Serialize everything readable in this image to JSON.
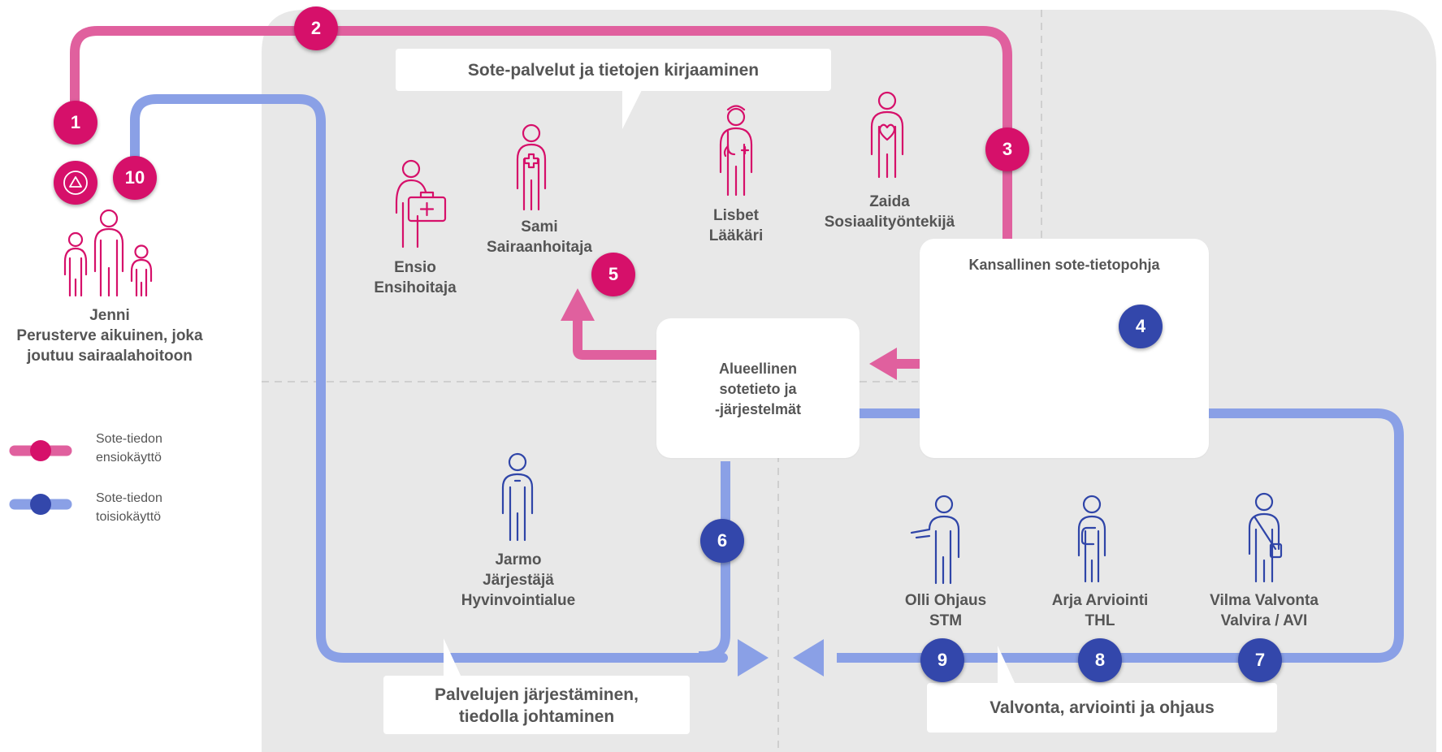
{
  "speech_bubbles": {
    "sote_services": "Sote-palvelut ja tietojen kirjaaminen",
    "organizing": [
      "Palvelujen järjestäminen,",
      "tiedolla johtaminen"
    ],
    "supervision": "Valvonta, arviointi ja ohjaus"
  },
  "patient": {
    "name": "Jenni",
    "description": [
      "Perusterve aikuinen, joka",
      "joutuu sairaalahoitoon"
    ],
    "icon": "family-icon"
  },
  "personas": {
    "ensio": {
      "name": "Ensio",
      "role": "Ensihoitaja",
      "icon": "paramedic-icon"
    },
    "sami": {
      "name": "Sami",
      "role": "Sairaanhoitaja",
      "icon": "nurse-icon"
    },
    "lisbet": {
      "name": "Lisbet",
      "role": "Lääkäri",
      "icon": "doctor-icon"
    },
    "zaida": {
      "name": "Zaida",
      "role": "Sosiaalityöntekijä",
      "icon": "social-worker-icon"
    },
    "jarmo": {
      "name": "Jarmo",
      "role": "Järjestäjä",
      "org": "Hyvinvointialue",
      "icon": "organizer-icon"
    },
    "olli": {
      "name": "Olli Ohjaus",
      "org": "STM",
      "icon": "pointing-person-icon"
    },
    "arja": {
      "name": "Arja Arviointi",
      "org": "THL",
      "icon": "evaluator-icon"
    },
    "vilma": {
      "name": "Vilma Valvonta",
      "org": "Valvira / AVI",
      "icon": "supervisor-icon"
    }
  },
  "systems": {
    "national": "Kansallinen sote-tietopohja",
    "regional": [
      "Alueellinen",
      "sotetieto ja",
      "-järjestelmät"
    ],
    "national_icon": "database-grid-icon"
  },
  "steps": [
    "1",
    "2",
    "3",
    "4",
    "5",
    "6",
    "7",
    "8",
    "9",
    "10"
  ],
  "legend": {
    "primary": [
      "Sote-tiedon",
      "ensiokäyttö"
    ],
    "secondary": [
      "Sote-tiedon",
      "toisiokäyttö"
    ]
  },
  "colors": {
    "primary_use": "#e0609e",
    "primary_badge": "#d6106a",
    "secondary_use": "#8aa0e6",
    "secondary_badge": "#3347ab",
    "panel": "#e8e8e8",
    "icon_pink": "#d6106a",
    "icon_blue": "#2f45a8"
  }
}
